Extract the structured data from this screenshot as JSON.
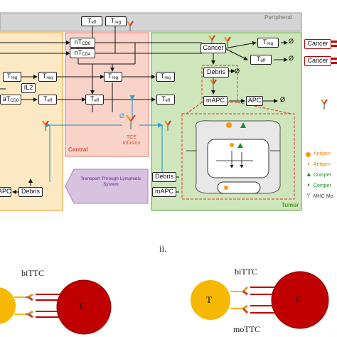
{
  "regions": {
    "peripheral": "Peripheral",
    "central": "Central",
    "tumor": "Tumor",
    "transport": "Transport Through Lymphatic System",
    "tce": "TCE",
    "infusion": "Infusion"
  },
  "cells": {
    "t_eff_top": {
      "main": "T",
      "sub": "eff"
    },
    "t_reg_top": {
      "main": "T",
      "sub": "reg"
    },
    "nt_cd8": {
      "main": "nT",
      "sub": "CD8"
    },
    "nt_cd4": {
      "main": "nT",
      "sub": "CD4"
    },
    "at_cd8": {
      "main": "aT",
      "sub": "CD8"
    },
    "il2": "IL2",
    "cancer": "Cancer",
    "debris": "Debris",
    "mapc": "mAPC",
    "apc": "APC",
    "apc_left": "APC",
    "empty_set": "Ø"
  },
  "legend": {
    "cancer1": "Cancer",
    "cancer2": "Cancer",
    "antigen1": "Antigen",
    "antigen2": "Antigen",
    "competitor1": "Compet",
    "competitor2": "Compet",
    "mhc": "MHC Mo"
  },
  "section_label": "ii.",
  "panel_b": {
    "left_label": "biTTC",
    "left_c": "C",
    "right_label_top": "biTTC",
    "right_label_bottom": "moTTC",
    "right_t": "T",
    "right_c": "C"
  },
  "colors": {
    "peripheral_bg": "#d4d4d4",
    "central_bg": "#f9d3c8",
    "left_bg": "#fde8c4",
    "tumor_bg": "#cfe6bc",
    "transport_bg": "#d8c2e0",
    "arrow_blue": "#3a9cc9",
    "dashed_red": "#d9362b",
    "cancer_red": "#c00000",
    "t_cell_yellow": "#f6b800",
    "antigen_orange": "#f39c12",
    "competitor_green": "#1e8a2e"
  }
}
